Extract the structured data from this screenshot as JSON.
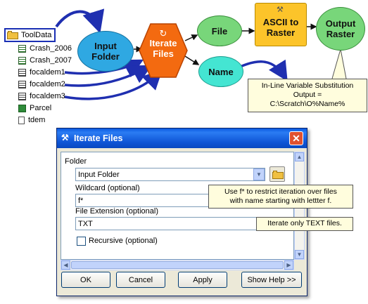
{
  "catalog": {
    "root_label": "ToolData",
    "items": [
      {
        "label": "Crash_2006",
        "icon": "table-icon"
      },
      {
        "label": "Crash_2007",
        "icon": "table-icon"
      },
      {
        "label": "focaldem1",
        "icon": "raster-icon"
      },
      {
        "label": "focaldem2",
        "icon": "raster-icon"
      },
      {
        "label": "focaldem3",
        "icon": "raster-icon"
      },
      {
        "label": "Parcel",
        "icon": "polygon-feature-icon"
      },
      {
        "label": "tdem",
        "icon": "raster-icon"
      }
    ]
  },
  "model": {
    "input_folder": "Input\nFolder",
    "iterate_files": "Iterate\nFiles",
    "file": "File",
    "name": "Name",
    "tool": "ASCII to\nRaster",
    "output": "Output\nRaster",
    "callout_lines": [
      "In-Line Variable Substitution",
      "Output =",
      "C:\\Scratch\\O%Name%"
    ]
  },
  "dialog": {
    "title": "Iterate Files",
    "close_label": "✕",
    "folder_label": "Folder",
    "folder_value": "Input Folder",
    "wildcard_label": "Wildcard (optional)",
    "wildcard_value": "f*",
    "extension_label": "File Extension (optional)",
    "extension_value": "TXT",
    "recursive_label": "Recursive (optional)",
    "buttons": {
      "ok": "OK",
      "cancel": "Cancel",
      "apply": "Apply",
      "help": "Show Help >>"
    }
  },
  "tips": {
    "wildcard_tip": [
      "Use f* to restrict iteration over files",
      "with name starting with lettter f."
    ],
    "extension_tip": "Iterate only TEXT files."
  },
  "colors": {
    "input_folder": "#2fa8e2",
    "iterate": "#f36a10",
    "variable_green": "#78d67a",
    "variable_cyan": "#44e5d2",
    "tool": "#fcc42a",
    "connector": "#1f2fb0"
  }
}
